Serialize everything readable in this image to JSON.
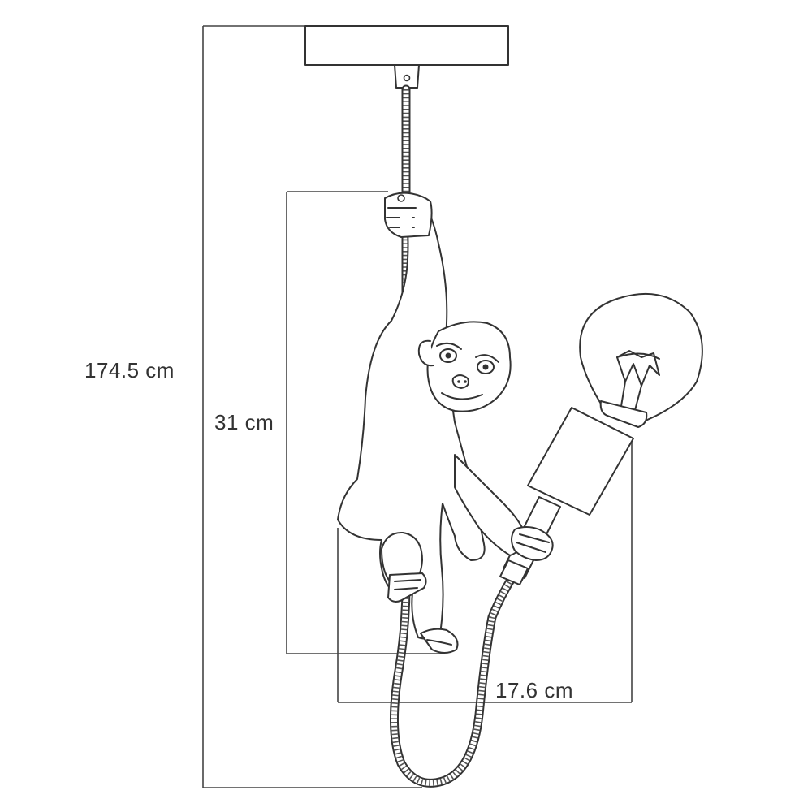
{
  "dimensions": {
    "total_height": "174.5 cm",
    "body_height": "31 cm",
    "body_width": "17.6 cm"
  }
}
